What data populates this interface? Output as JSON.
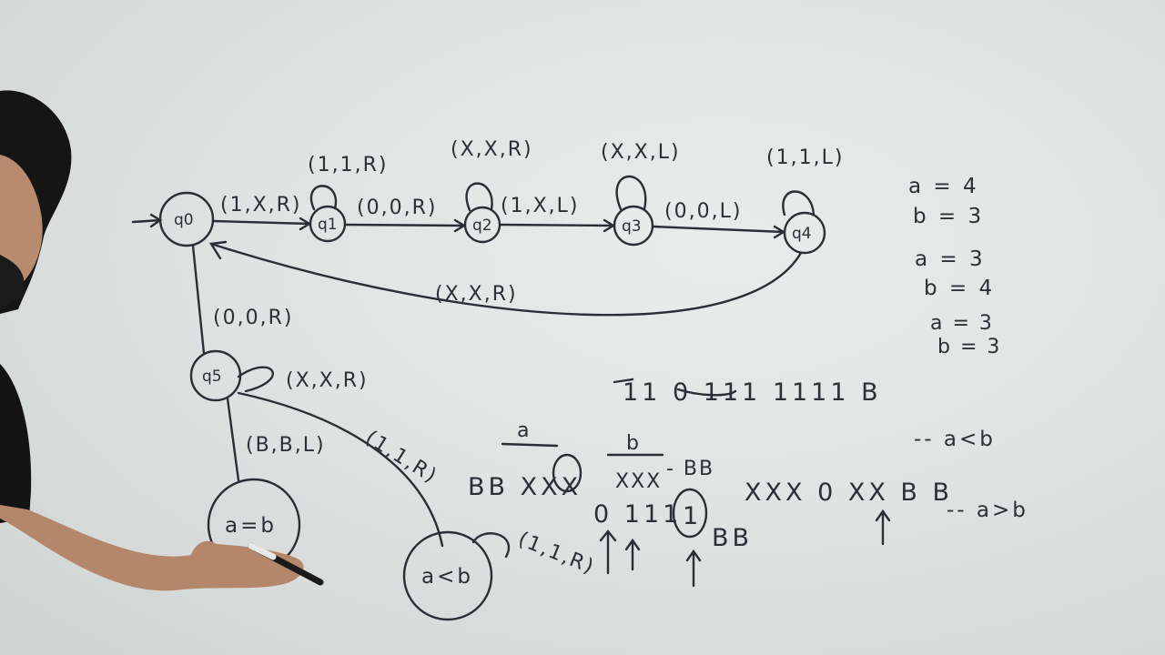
{
  "board": {
    "states": {
      "q0": "q0",
      "q1": "q1",
      "q2": "q2",
      "q3": "q3",
      "q4": "q4",
      "q5": "q5",
      "accept_equal": "a=b",
      "accept_less": "a<b"
    },
    "transitions": {
      "q0_q1": "(1,X,R)",
      "q1_loop": "(1,1,R)",
      "q1_q2": "(0,0,R)",
      "q2_loop": "(X,X,R)",
      "q2_q3": "(1,X,L)",
      "q3_loop": "(X,X,L)",
      "q3_q4": "(0,0,L)",
      "q4_loop": "(1,1,L)",
      "q4_q0": "(X,X,R)",
      "q0_q5": "(0,0,R)",
      "q5_loop": "(X,X,R)",
      "q5_equal": "(B,B,L)",
      "q5_less": "(1,1,R)",
      "less_loop": "(1,1,R)"
    },
    "examples": [
      "a = 4",
      "b = 3",
      "a = 3",
      "b = 4",
      "a = 3",
      "b = 3"
    ],
    "tapes": {
      "top": "11 0 111 1111 B",
      "a_label": "a",
      "b_label": "b",
      "middle_left": "BB XXX",
      "middle_b": "XXX",
      "middle_trail": "- BB",
      "middle_ones": "0 111",
      "middle_circled_one": "1",
      "middle_end": "BB",
      "right": "XXX 0 XX B B",
      "right_note": "-- a>b",
      "upper_note": "-- a<b"
    }
  }
}
